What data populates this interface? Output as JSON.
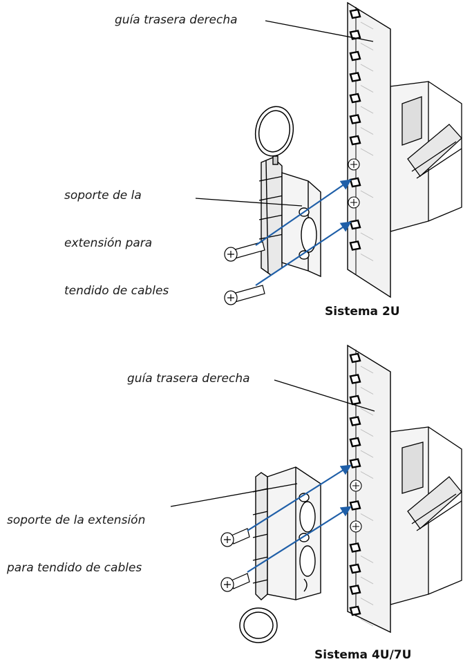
{
  "diagrams": [
    {
      "rail_label": "guía trasera derecha",
      "bracket_label": [
        "soporte de la",
        "extensión para",
        "tendido de cables"
      ],
      "caption": "Sistema 2U"
    },
    {
      "rail_label": "guía trasera derecha",
      "bracket_label": [
        "soporte de la extensión",
        "para tendido de cables"
      ],
      "caption": "Sistema 4U/7U"
    }
  ],
  "colors": {
    "line": "#000000",
    "arrow": "#1f5fa8",
    "rail_fill": "#f2f2f2",
    "metal_fill": "#e6e6e6",
    "shadow_fill": "#bcbcbc"
  },
  "icons": [
    "rack-rail",
    "square-mounting-hole-icon",
    "screw-icon",
    "pull-ring-icon",
    "hinge-bracket-icon",
    "insert-arrow-icon"
  ]
}
